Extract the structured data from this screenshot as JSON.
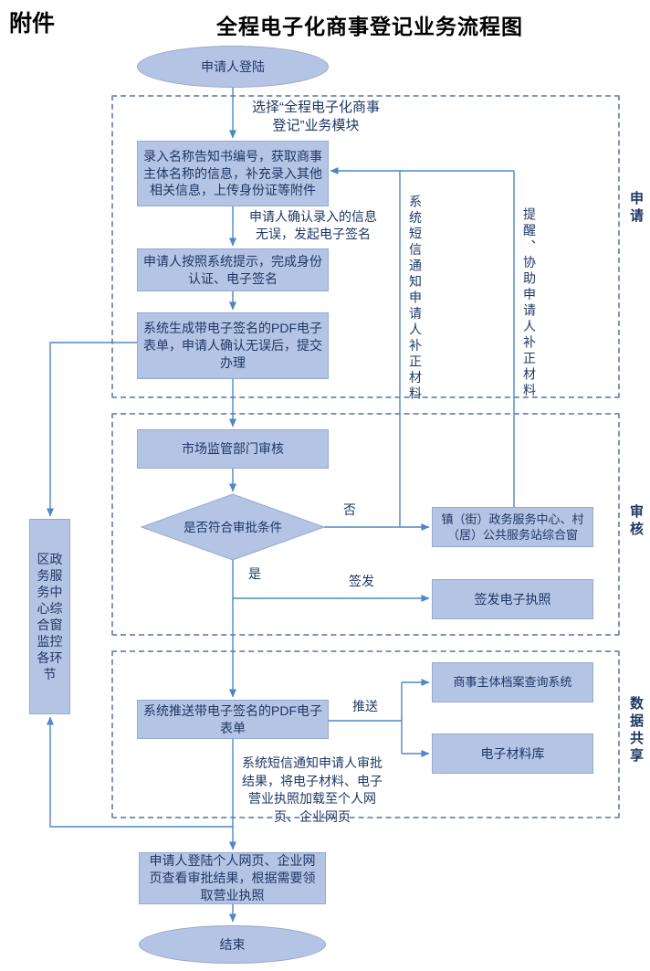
{
  "header": {
    "attachment": "附件",
    "title": "全程电子化商事登记业务流程图"
  },
  "flow": {
    "start": "申请人登陆",
    "select_module": "选择“全程电子化商事登记”业务模块",
    "enter_info": "录入名称告知书编号，获取商事主体名称的信息，补充录入其他相关信息，上传身份证等附件",
    "confirm_info": "申请人确认录入的信息无误，发起电子签名",
    "identity_sign": "申请人按照系统提示，完成身份认证、电子签名",
    "generate_pdf": "系统生成带电子签名的PDF电子表单，申请人确认无误后，提交办理",
    "market_review": "市场监管部门审核",
    "decision": "是否符合审批条件",
    "service_center": "镇（街）政务服务中心、村（居）公共服务站综合窗",
    "issue_license": "签发电子执照",
    "push_pdf": "系统推送带电子签名的PDF电子表单",
    "archive_system": "商事主体档案查询系统",
    "material_library": "电子材料库",
    "sms_result": "系统短信通知申请人审批结果，将电子材料、电子营业执照加载至个人网页、企业网页",
    "monitor": "区政务服务中心综合窗监控各环节",
    "view_result": "申请人登陆个人网页、企业网页查看审批结果，根据需要领取营业执照",
    "end": "结束"
  },
  "annotations": {
    "sms_correction": "系统短信通知申请人补正材料",
    "assist_correction": "提醒、协助申请人补正材料",
    "label_no": "否",
    "label_yes": "是",
    "label_issue": "签发",
    "label_push": "推送"
  },
  "sections": {
    "apply": "申请",
    "review": "审核",
    "data_share": "数据共享"
  },
  "colors": {
    "node_fill": "#b4c4e4",
    "node_border": "#95a9d2",
    "connector": "#4e87c3",
    "dashed_border": "#8095b5",
    "text": "#1f3864"
  }
}
